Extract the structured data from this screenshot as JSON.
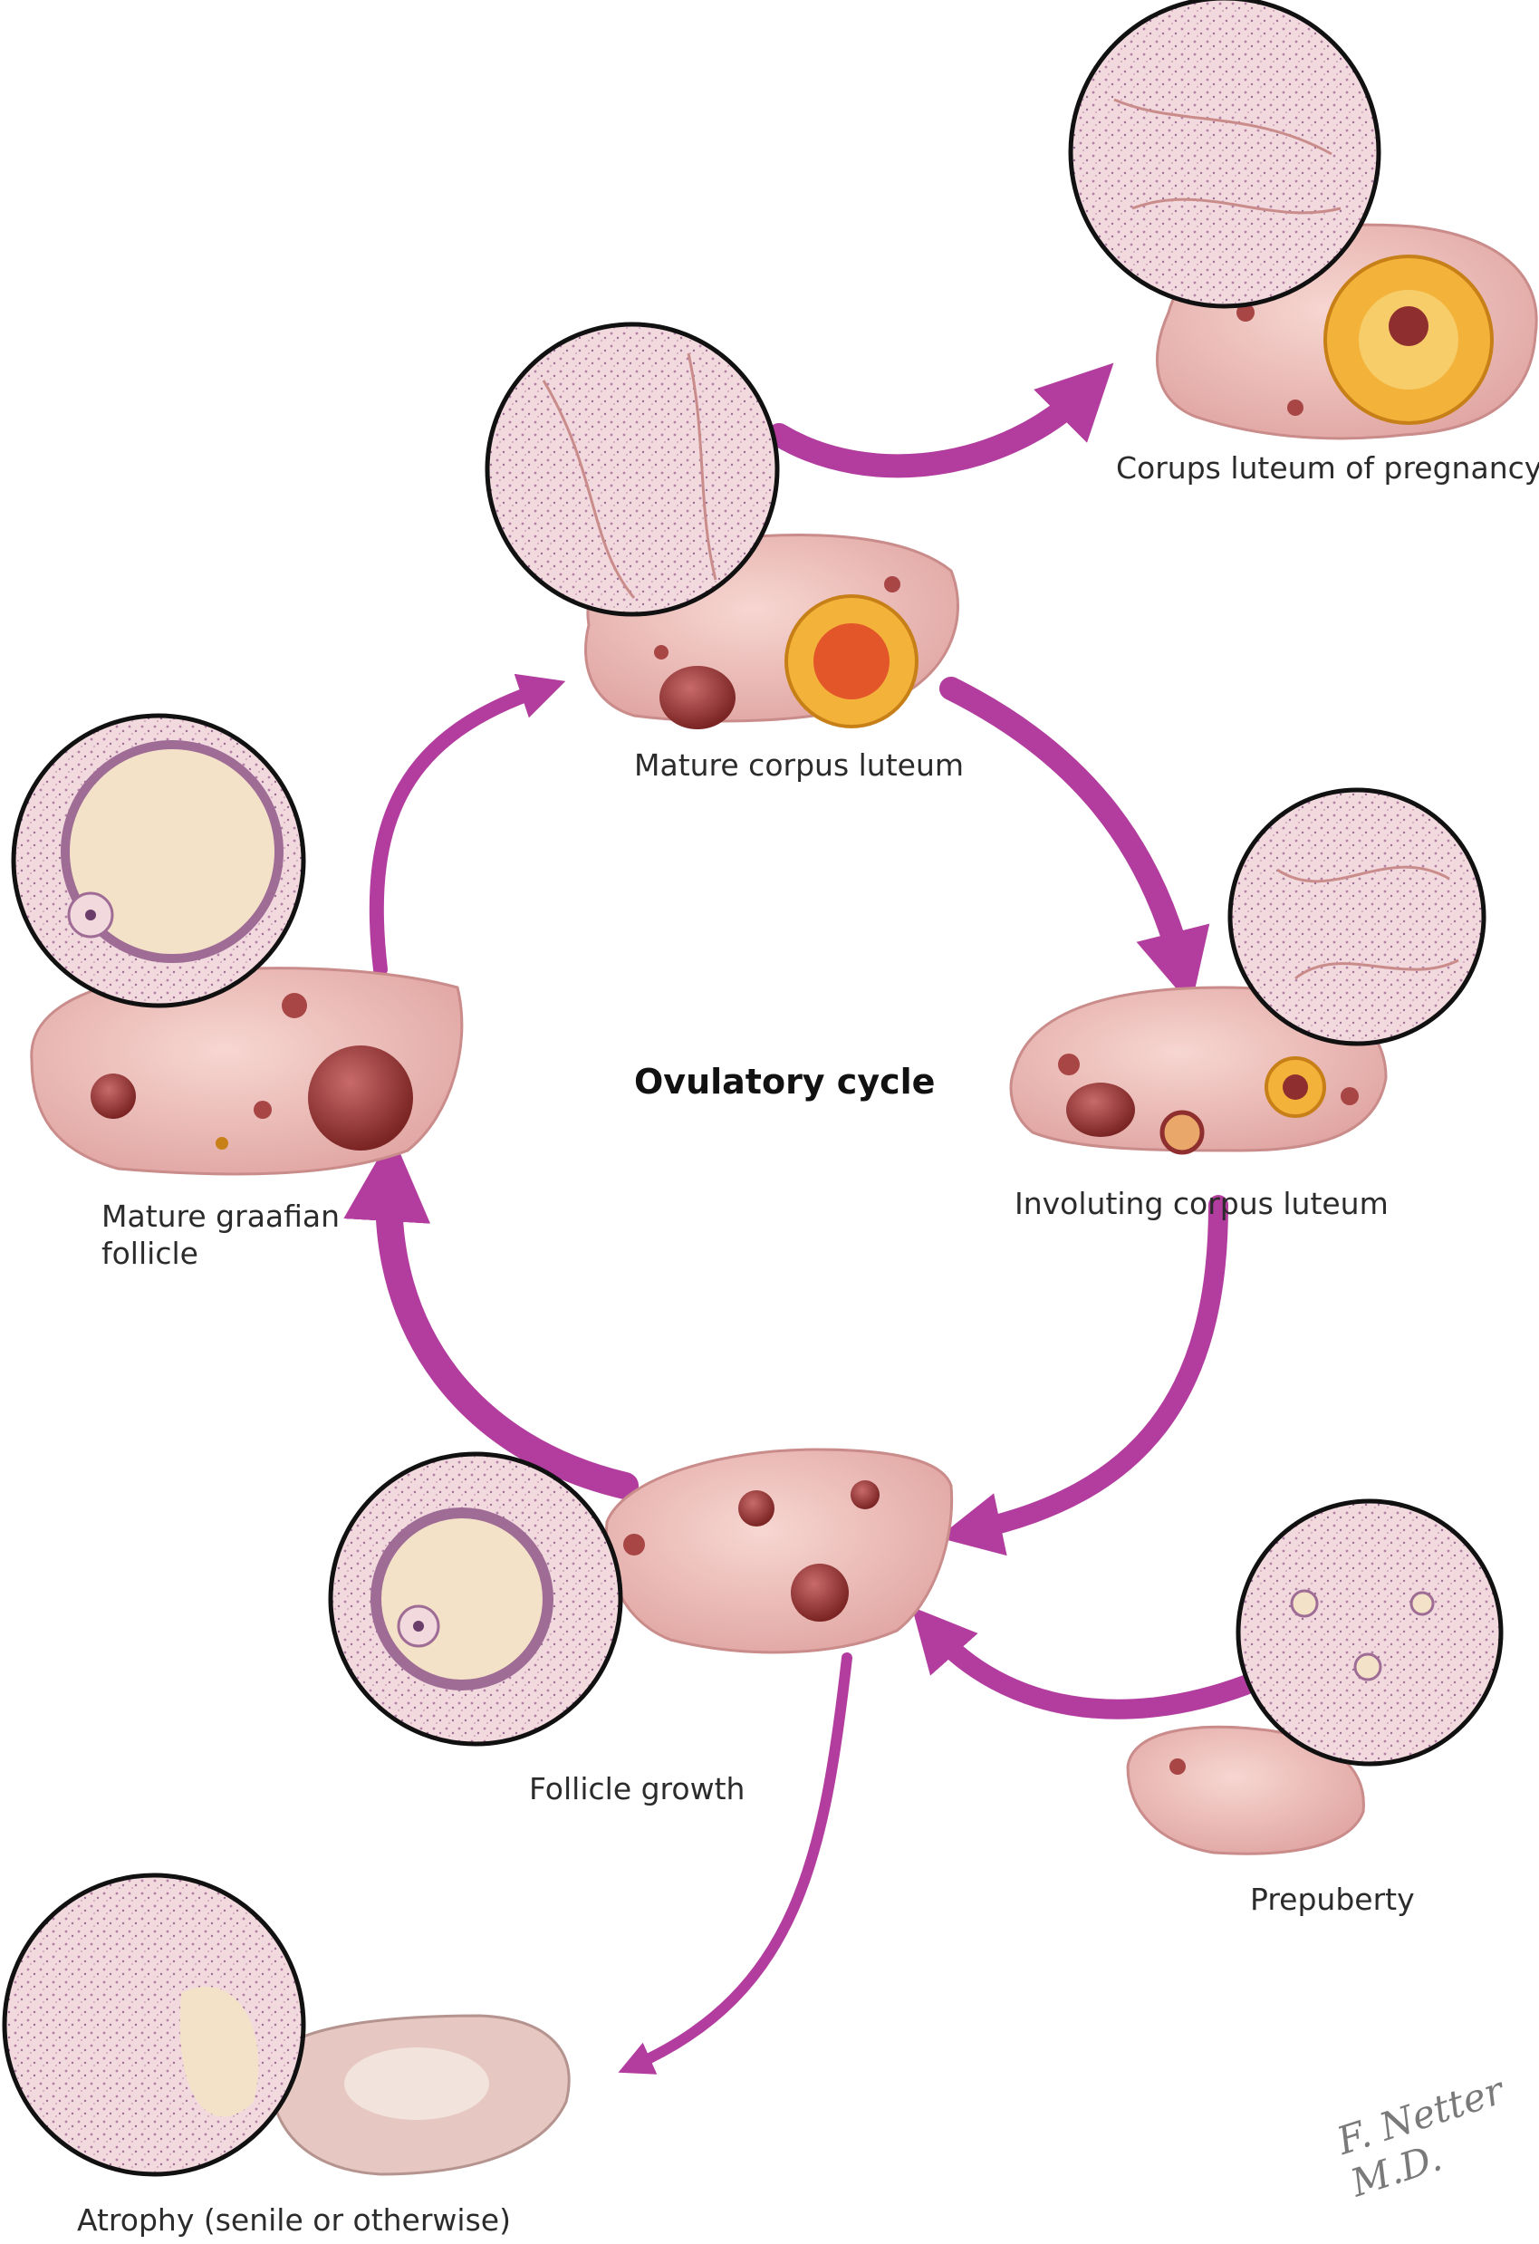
{
  "title": "Ovulatory cycle",
  "colors": {
    "arrow": "#B23D9E",
    "tissue_light": "#F3C9C4",
    "tissue_mid": "#E3A9A4",
    "tissue_edge": "#C98C8A",
    "follicle_dark": "#8E2E2E",
    "luteum_yellow": "#F3B23A",
    "micro_bg": "#F1D9DE",
    "micro_cells": "#B37FA6"
  },
  "stages": {
    "corpus_luteum_pregnancy": "Corups luteum of pregnancy",
    "mature_corpus_luteum": "Mature corpus luteum",
    "involuting_corpus_luteum": "Involuting corpus luteum",
    "mature_graafian_follicle": "Mature graafian follicle",
    "follicle_growth": "Follicle growth",
    "prepuberty": "Prepuberty",
    "atrophy": "Atrophy (senile or otherwise)"
  },
  "signature": "F. Netter M.D."
}
